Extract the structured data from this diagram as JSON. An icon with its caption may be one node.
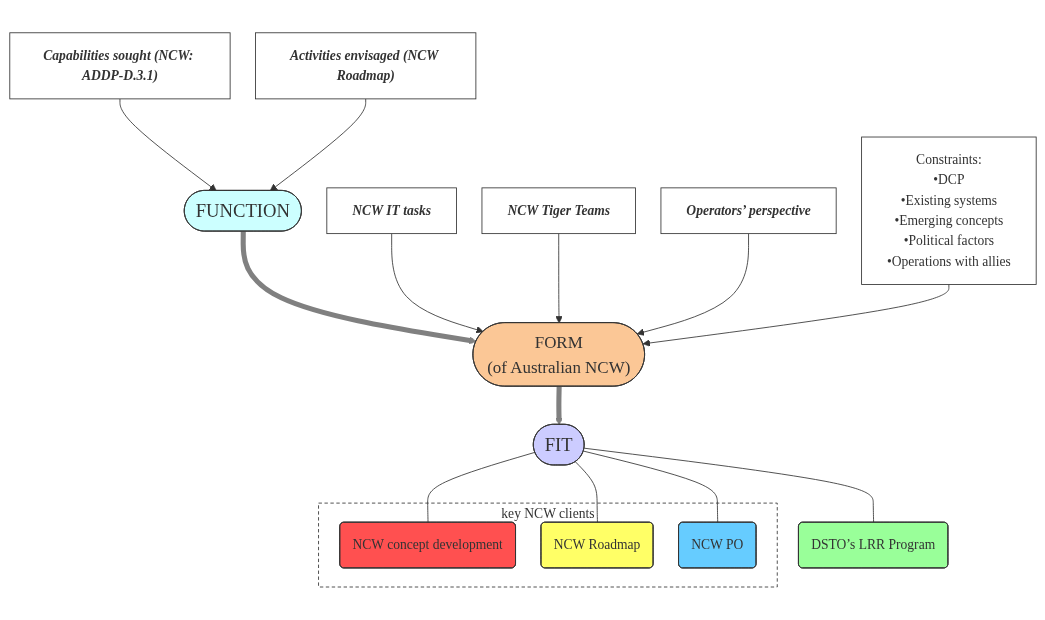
{
  "diagram": {
    "nodes": [
      {
        "text": [
          "Capabilities sought (NCW: ADDP-D.3.1)"
        ]
      },
      {
        "text": [
          "FUNCTION"
        ]
      },
      {
        "text": [
          "Activities envisaged (NCW Roadmap)"
        ]
      },
      {
        "text": [
          "NCW IT tasks"
        ]
      },
      {
        "text": [
          "NCW Tiger Teams"
        ]
      },
      {
        "text": [
          "Operators’ perspective"
        ]
      },
      {
        "text": [
          "FORM",
          "(of Australian NCW)"
        ]
      },
      {
        "text": [
          "Constraints:",
          "•DCP",
          "•Existing systems",
          "•Emerging concepts",
          "•Political factors",
          "•Operations with allies"
        ]
      },
      {
        "text": [
          "FIT"
        ]
      },
      {
        "text": [
          "key NCW clients"
        ]
      },
      {
        "text": [
          "NCW concept development"
        ],
        "in": 9
      },
      {
        "text": [
          "NCW Roadmap"
        ],
        "in": 9
      },
      {
        "text": [
          "NCW PO"
        ],
        "in": 9
      },
      {
        "text": [
          "DSTO’s LRR Program"
        ]
      }
    ],
    "edges": [
      {
        "from": 0,
        "to": 1,
        "arrow": "to"
      },
      {
        "from": 2,
        "to": 1,
        "arrow": "to"
      },
      {
        "from": 1,
        "to": 6,
        "arrow": "to",
        "style": "thick",
        "color": "#808080"
      },
      {
        "from": 3,
        "to": 6,
        "arrow": "to"
      },
      {
        "from": 4,
        "to": 6,
        "arrow": "to"
      },
      {
        "from": 5,
        "to": 6,
        "arrow": "to"
      },
      {
        "from": 7,
        "to": 6,
        "arrow": "to"
      },
      {
        "from": 6,
        "to": 8,
        "arrow": "to",
        "style": "thick",
        "color": "#808080"
      },
      {
        "from": 8,
        "to": 10,
        "arrow": "none"
      },
      {
        "from": 8,
        "to": 11,
        "arrow": "none"
      },
      {
        "from": 8,
        "to": 12,
        "arrow": "none"
      },
      {
        "from": 8,
        "to": 13,
        "arrow": "none"
      }
    ]
  }
}
